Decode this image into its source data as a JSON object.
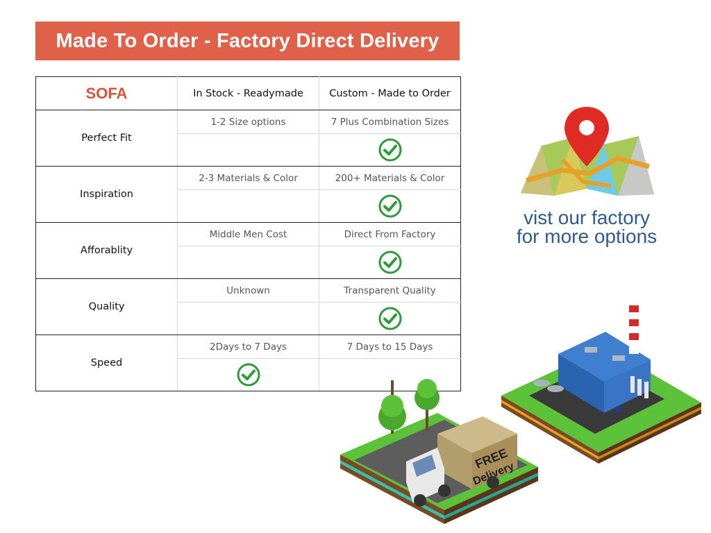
{
  "banner": {
    "title": "Made To Order - Factory Direct Delivery",
    "color": "#e0614a"
  },
  "table": {
    "brand": "SOFA",
    "brand_color": "#d9523a",
    "col_instock": "In Stock - Readymade",
    "col_custom": "Custom - Made to Order",
    "rows": [
      {
        "feature": "Perfect Fit",
        "instock": "1-2 Size options",
        "custom": "7 Plus Combination Sizes",
        "check": "custom"
      },
      {
        "feature": "Inspiration",
        "instock": "2-3 Materials & Color",
        "custom": "200+ Materials & Color",
        "check": "custom"
      },
      {
        "feature": "Afforablity",
        "instock": "Middle Men Cost",
        "custom": "Direct From Factory",
        "check": "custom"
      },
      {
        "feature": "Quality",
        "instock": "Unknown",
        "custom": "Transparent Quality",
        "check": "custom"
      },
      {
        "feature": "Speed",
        "instock": "2Days to 7 Days",
        "custom": "7 Days to 15 Days",
        "check": "instock"
      }
    ],
    "check_color": "#2e9a3a"
  },
  "promo": {
    "line1": "vist our factory",
    "line2": "for more options",
    "color": "#2f5a8e"
  },
  "illustrations": {
    "map_icon": "map-pin-icon",
    "factory": "factory-illustration",
    "truck": "delivery-truck-illustration",
    "box_line1": "FREE",
    "box_line2": "Delivery"
  }
}
